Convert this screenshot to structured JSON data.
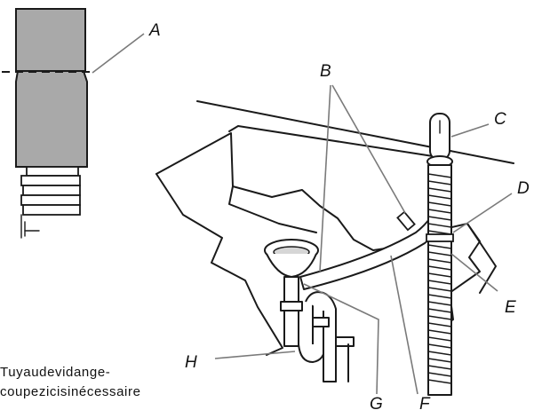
{
  "labels": {
    "A": "A",
    "B": "B",
    "C": "C",
    "D": "D",
    "E": "E",
    "F": "F",
    "G": "G",
    "H": "H"
  },
  "caption": {
    "line1": "Tuyaudevidange-",
    "line2": "coupezicisinécessaire"
  },
  "colors": {
    "hose_fill": "#a9a9a9",
    "ink": "#1a1a1a",
    "leader": "#7a7a7a"
  }
}
